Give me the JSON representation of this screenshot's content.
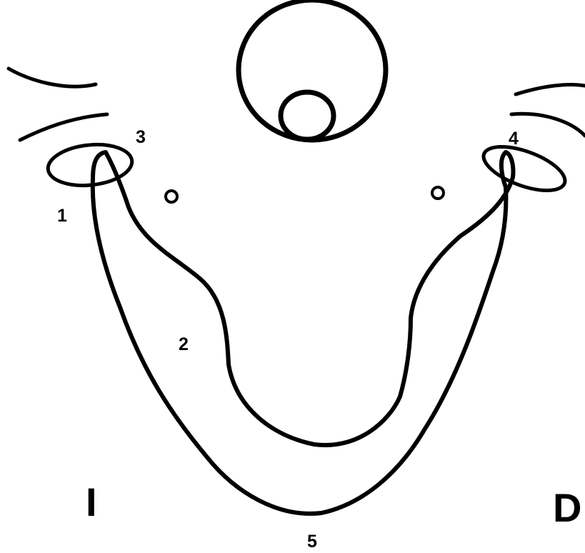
{
  "labels": {
    "n1": "1",
    "n2": "2",
    "n3": "3",
    "n4": "4",
    "n5": "5",
    "left_side": "I",
    "right_side": "D"
  },
  "colors": {
    "ink": "#000000",
    "background": "#ffffff"
  }
}
